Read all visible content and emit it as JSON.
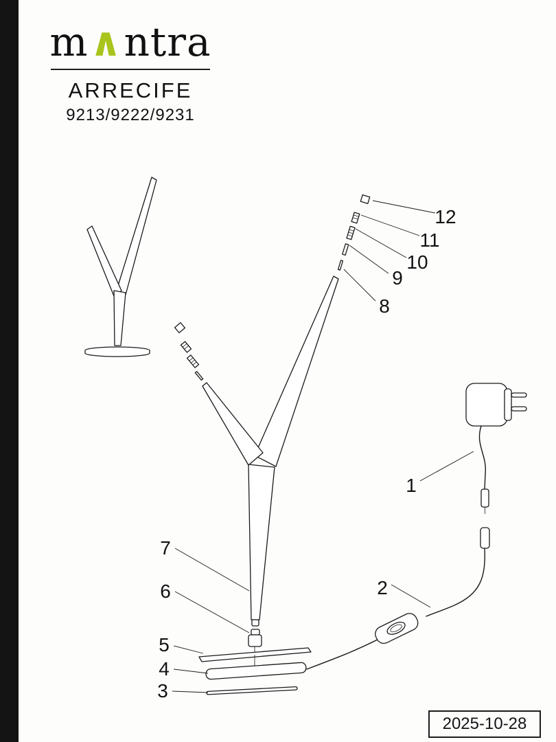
{
  "document": {
    "type": "assembly-instruction-sheet",
    "date_stamp": "2025-10-28"
  },
  "brand": {
    "logo_prefix": "m",
    "logo_caret": "∧",
    "logo_suffix": "ntra",
    "caret_color": "#a9c41c"
  },
  "product": {
    "name": "ARRECIFE",
    "models": "9213/9222/9231"
  },
  "callouts": [
    "1",
    "2",
    "3",
    "4",
    "5",
    "6",
    "7",
    "8",
    "9",
    "10",
    "11",
    "12"
  ]
}
